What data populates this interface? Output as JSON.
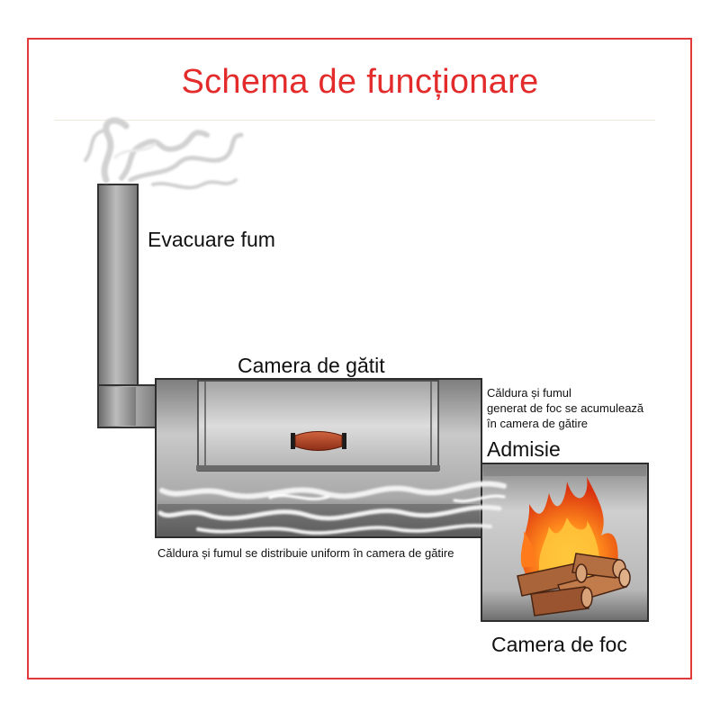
{
  "title": "Schema de funcționare",
  "labels": {
    "smoke_exhaust": "Evacuare fum",
    "cooking_chamber": "Camera de gătit",
    "heat_smoke_accumulate": [
      "Căldura și fumul",
      "generat de foc se acumulează",
      "în camera de gătire"
    ],
    "intake": "Admisie",
    "heat_smoke_distribution": "Căldura și fumul se distribuie uniform în camera de gătire",
    "fire_chamber": "Camera de foc"
  },
  "colors": {
    "accent": "#e32b2b",
    "frame": "#e23a3a",
    "steel": "#8e8e8e",
    "fire": "#f26a1b"
  }
}
